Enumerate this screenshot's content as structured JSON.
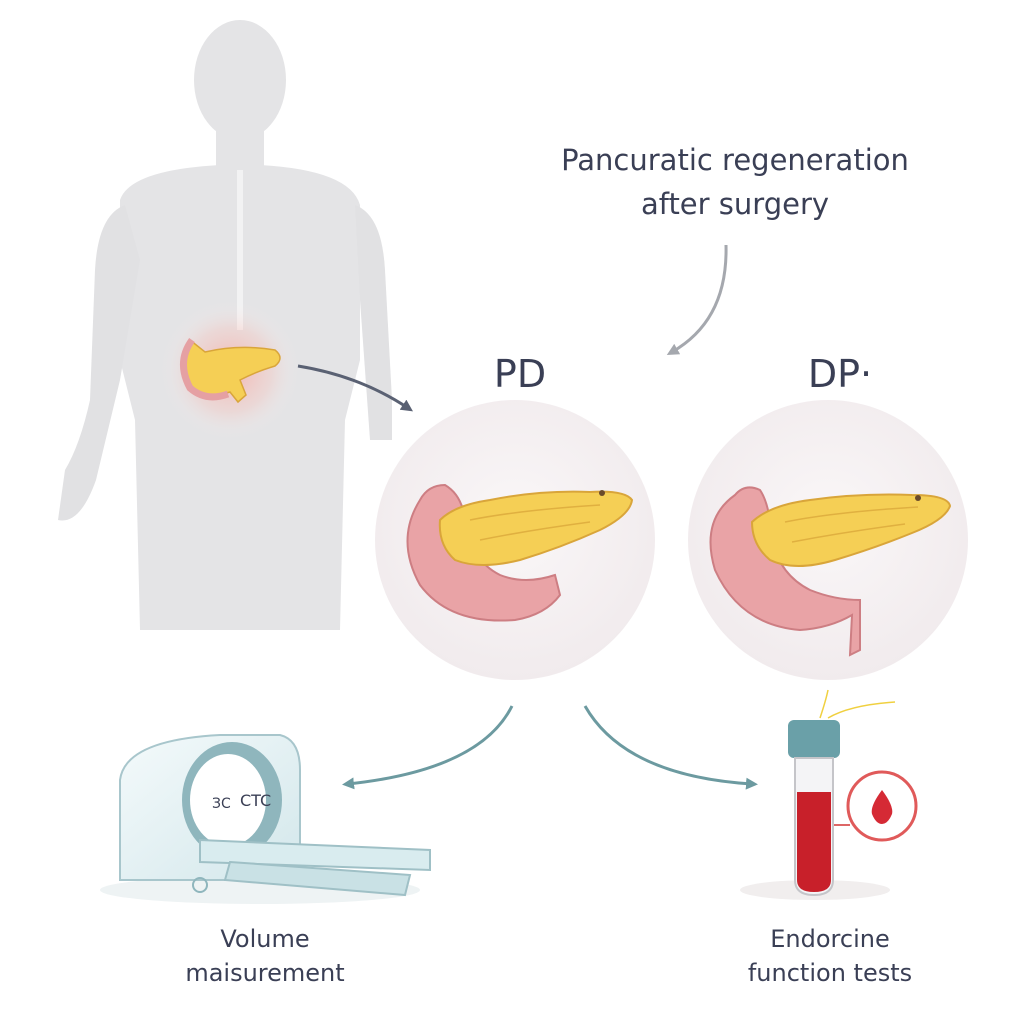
{
  "title": {
    "line1": "Pancuratic regeneration",
    "line2": "after surgery"
  },
  "procedures": {
    "pd_label": "PD",
    "dp_label": "DP·"
  },
  "outcomes": {
    "volume": {
      "line1": "Volume",
      "line2": "maisurement"
    },
    "endocrine": {
      "line1": "Endorcine",
      "line2": "function tests"
    }
  },
  "scanner": {
    "display_text": "CTC",
    "side_text": "ЗС"
  },
  "colors": {
    "body": "#e4e4e6",
    "pancreas": "#f5cf55",
    "duodenum": "#e9a3a6",
    "arrow_dark": "#5a6173",
    "arrow_teal": "#6c9aa0",
    "blood": "#c8202a",
    "tube_cap": "#6aa0a8",
    "circle_bg": "#f7f3f4"
  }
}
